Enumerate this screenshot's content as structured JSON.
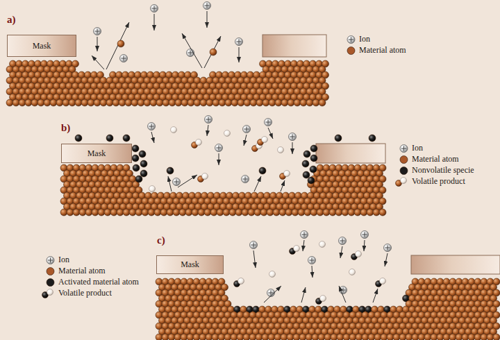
{
  "diagram": {
    "nodes": [
      {
        "text": [
          "Mask"
        ]
      },
      {
        "text": [
          "Mask"
        ]
      },
      {
        "text": [
          "Mask"
        ]
      }
    ],
    "labels": [
      "a)",
      "b)",
      "c)"
    ],
    "legend": [
      {
        "text": "Ion"
      },
      {
        "text": "Material atom",
        "color": "#a9582a"
      },
      {
        "text": "Ion"
      },
      {
        "text": "Material atom",
        "color": "#a9582a"
      },
      {
        "text": "Nonvolatile specie",
        "color": "#1c1c1c"
      },
      {
        "text": "Volatile product"
      },
      {
        "text": "Ion"
      },
      {
        "text": "Material atom",
        "color": "#a9582a"
      },
      {
        "text": "Activated material atom",
        "color": "#1c1c1c"
      },
      {
        "text": "Volatile product"
      }
    ]
  }
}
